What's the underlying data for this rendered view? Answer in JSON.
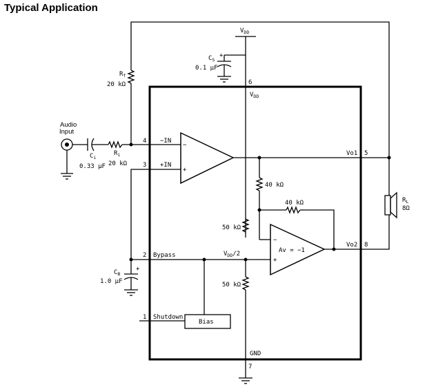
{
  "title": "Typical Application",
  "supply": {
    "name": "V",
    "sub": "DD"
  },
  "ground_label": "GND",
  "cs": {
    "name": "C",
    "sub": "S",
    "value": "0.1 μF",
    "polarity": "+"
  },
  "rf": {
    "name": "R",
    "sub": "f",
    "value": "20 kΩ"
  },
  "ri": {
    "name": "R",
    "sub": "i",
    "value": "20 kΩ"
  },
  "ci": {
    "name": "C",
    "sub": "i",
    "value": "0.33 μF"
  },
  "cb": {
    "name": "C",
    "sub": "B",
    "value": "1.0 μF",
    "polarity": "+"
  },
  "audio_input": {
    "line1": "Audio",
    "line2": "Input"
  },
  "rl": {
    "name": "R",
    "sub": "L",
    "value": "8Ω"
  },
  "r40a": "40 kΩ",
  "r40b": "40 kΩ",
  "r50a": "50 kΩ",
  "r50b": "50 kΩ",
  "vdd_half": {
    "name": "V",
    "sub": "DD",
    "suffix": "/2"
  },
  "amp1": {
    "minus": "−",
    "plus": "+"
  },
  "amp2": {
    "label": "Av = −1",
    "minus": "−",
    "plus": "+"
  },
  "bias": "Bias",
  "pins": [
    {
      "number": "4",
      "label": "−IN"
    },
    {
      "number": "3",
      "label": "+IN"
    },
    {
      "number": "2",
      "label": "Bypass"
    },
    {
      "number": "1",
      "label": "Shutdown"
    },
    {
      "number": "6",
      "label": ""
    },
    {
      "number": "5",
      "label": "Vo1"
    },
    {
      "number": "8",
      "label": "Vo2"
    },
    {
      "number": "7",
      "label": ""
    }
  ],
  "colors": {
    "ink": "#000000",
    "background": "#ffffff"
  }
}
